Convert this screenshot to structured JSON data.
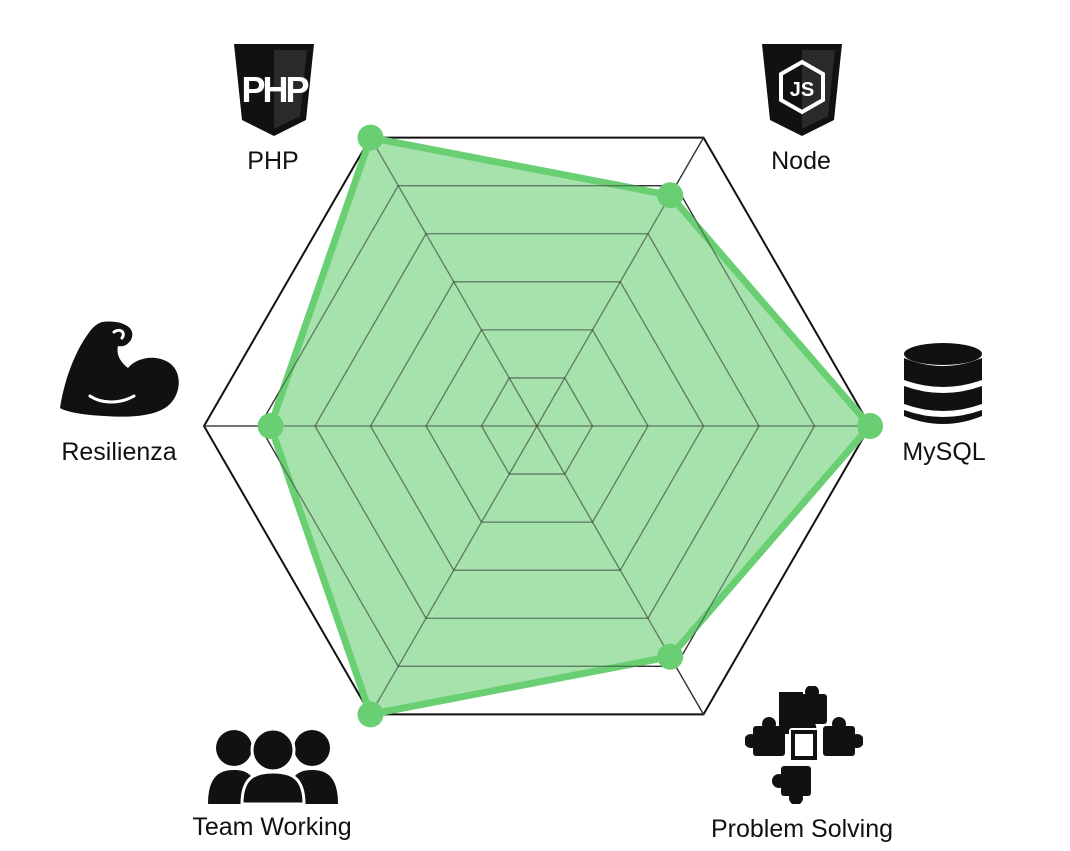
{
  "chart_data": {
    "type": "radar",
    "axes": [
      "PHP",
      "Node",
      "MySQL",
      "Problem Solving",
      "Team Working",
      "Resilienza"
    ],
    "series": [
      {
        "values": [
          100,
          80,
          100,
          80,
          100,
          80
        ]
      }
    ],
    "rmax": 100,
    "rings": 6,
    "grid": true,
    "fill_color": "#9EE0A5",
    "stroke_color": "#6ACF72",
    "grid_color": "#333333"
  },
  "icons": {
    "php": "php-shield-icon",
    "node": "nodejs-shield-icon",
    "mysql": "database-icon",
    "problem_solving": "puzzle-icon",
    "team_working": "team-icon",
    "resilienza": "flexed-arm-icon"
  }
}
